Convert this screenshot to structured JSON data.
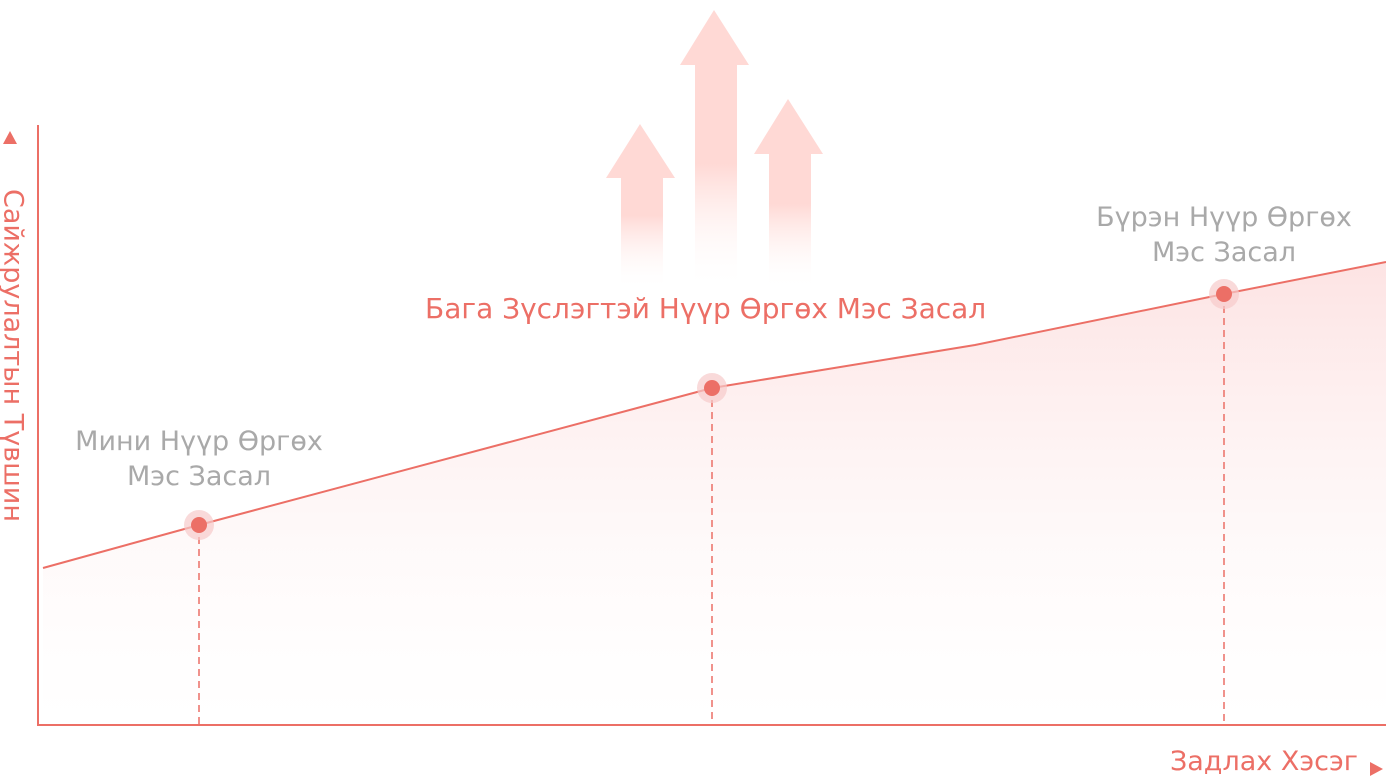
{
  "title": "Бага Зүслэгтэй Нүүр Өргөх Мэс Засал",
  "y_axis_label": "Сайжрулалтын Түвшин",
  "x_axis_label": "Задлах Хэсэг",
  "points": [
    {
      "line1": "Мини Нүүр Өргөх",
      "line2": "Мэс Засал"
    },
    {
      "line1": "Бага Зүслэгтэй Нүүр Өргөх Мэс Засал",
      "line2": ""
    },
    {
      "line1": "Бүрэн Нүүр Өргөх",
      "line2": "Мэс Засал"
    }
  ],
  "colors": {
    "accent": "#ec6f66",
    "label": "#a9a9a9",
    "arrow": "#ffd9d5"
  }
}
